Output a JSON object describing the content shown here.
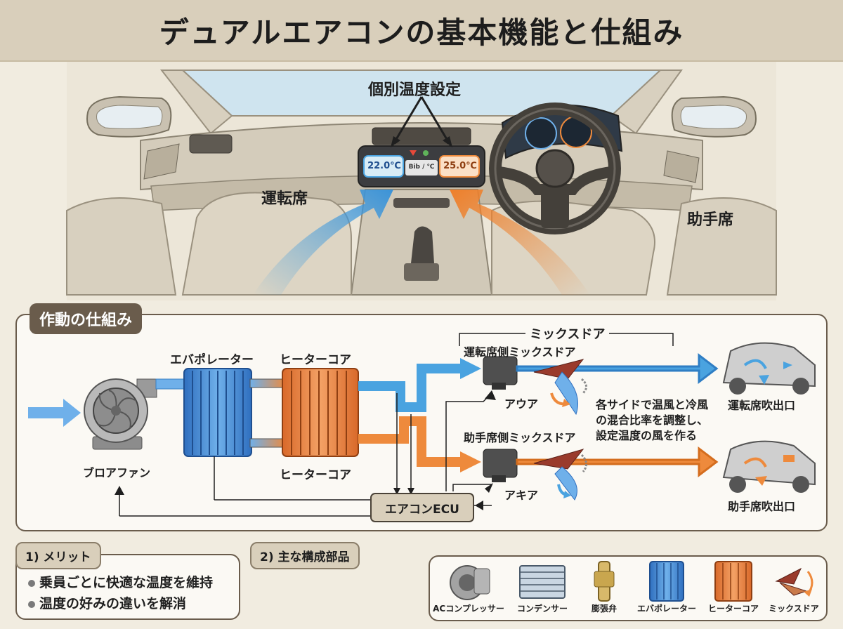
{
  "title": "デュアルエアコンの基本機能と仕組み",
  "interior": {
    "individual_temp_label": "個別温度設定",
    "driver_label": "運転席",
    "passenger_label": "助手席",
    "left_display": "22.0℃",
    "right_display": "25.0℃",
    "center_display": "Bib / ℃"
  },
  "mechanism": {
    "section_title": "作動の仕組み",
    "mix_door_group": "ミックスドア",
    "driver_mix_door": "運転席側ミックスドア",
    "passenger_mix_door": "助手席側ミックスドア",
    "evaporator": "エバポレーター",
    "heater_core_top": "ヒーターコア",
    "heater_core_bottom": "ヒーターコア",
    "blower_fan": "ブロアファン",
    "ecu": "エアコンECU",
    "actuator_1": "アウア",
    "actuator_2": "アキア",
    "note": [
      "各サイドで温風と冷風",
      "の混合比率を調整し、",
      "設定温度の風を作る"
    ],
    "driver_outlet": "運転席吹出口",
    "passenger_outlet": "助手席吹出口"
  },
  "merits": {
    "title": "1) メリット",
    "items": [
      "乗員ごとに快適な温度を維持",
      "温度の好みの違いを解消"
    ]
  },
  "components": {
    "title": "2) 主な構成部品",
    "items": [
      "ACコンプレッサー",
      "コンデンサー",
      "膨張弁",
      "エバポレーター",
      "ヒーターコア",
      "ミックスドア"
    ]
  },
  "colors": {
    "cool": "#4aa3e0",
    "warm": "#ee8a3c",
    "frame": "#6a5c4c"
  }
}
